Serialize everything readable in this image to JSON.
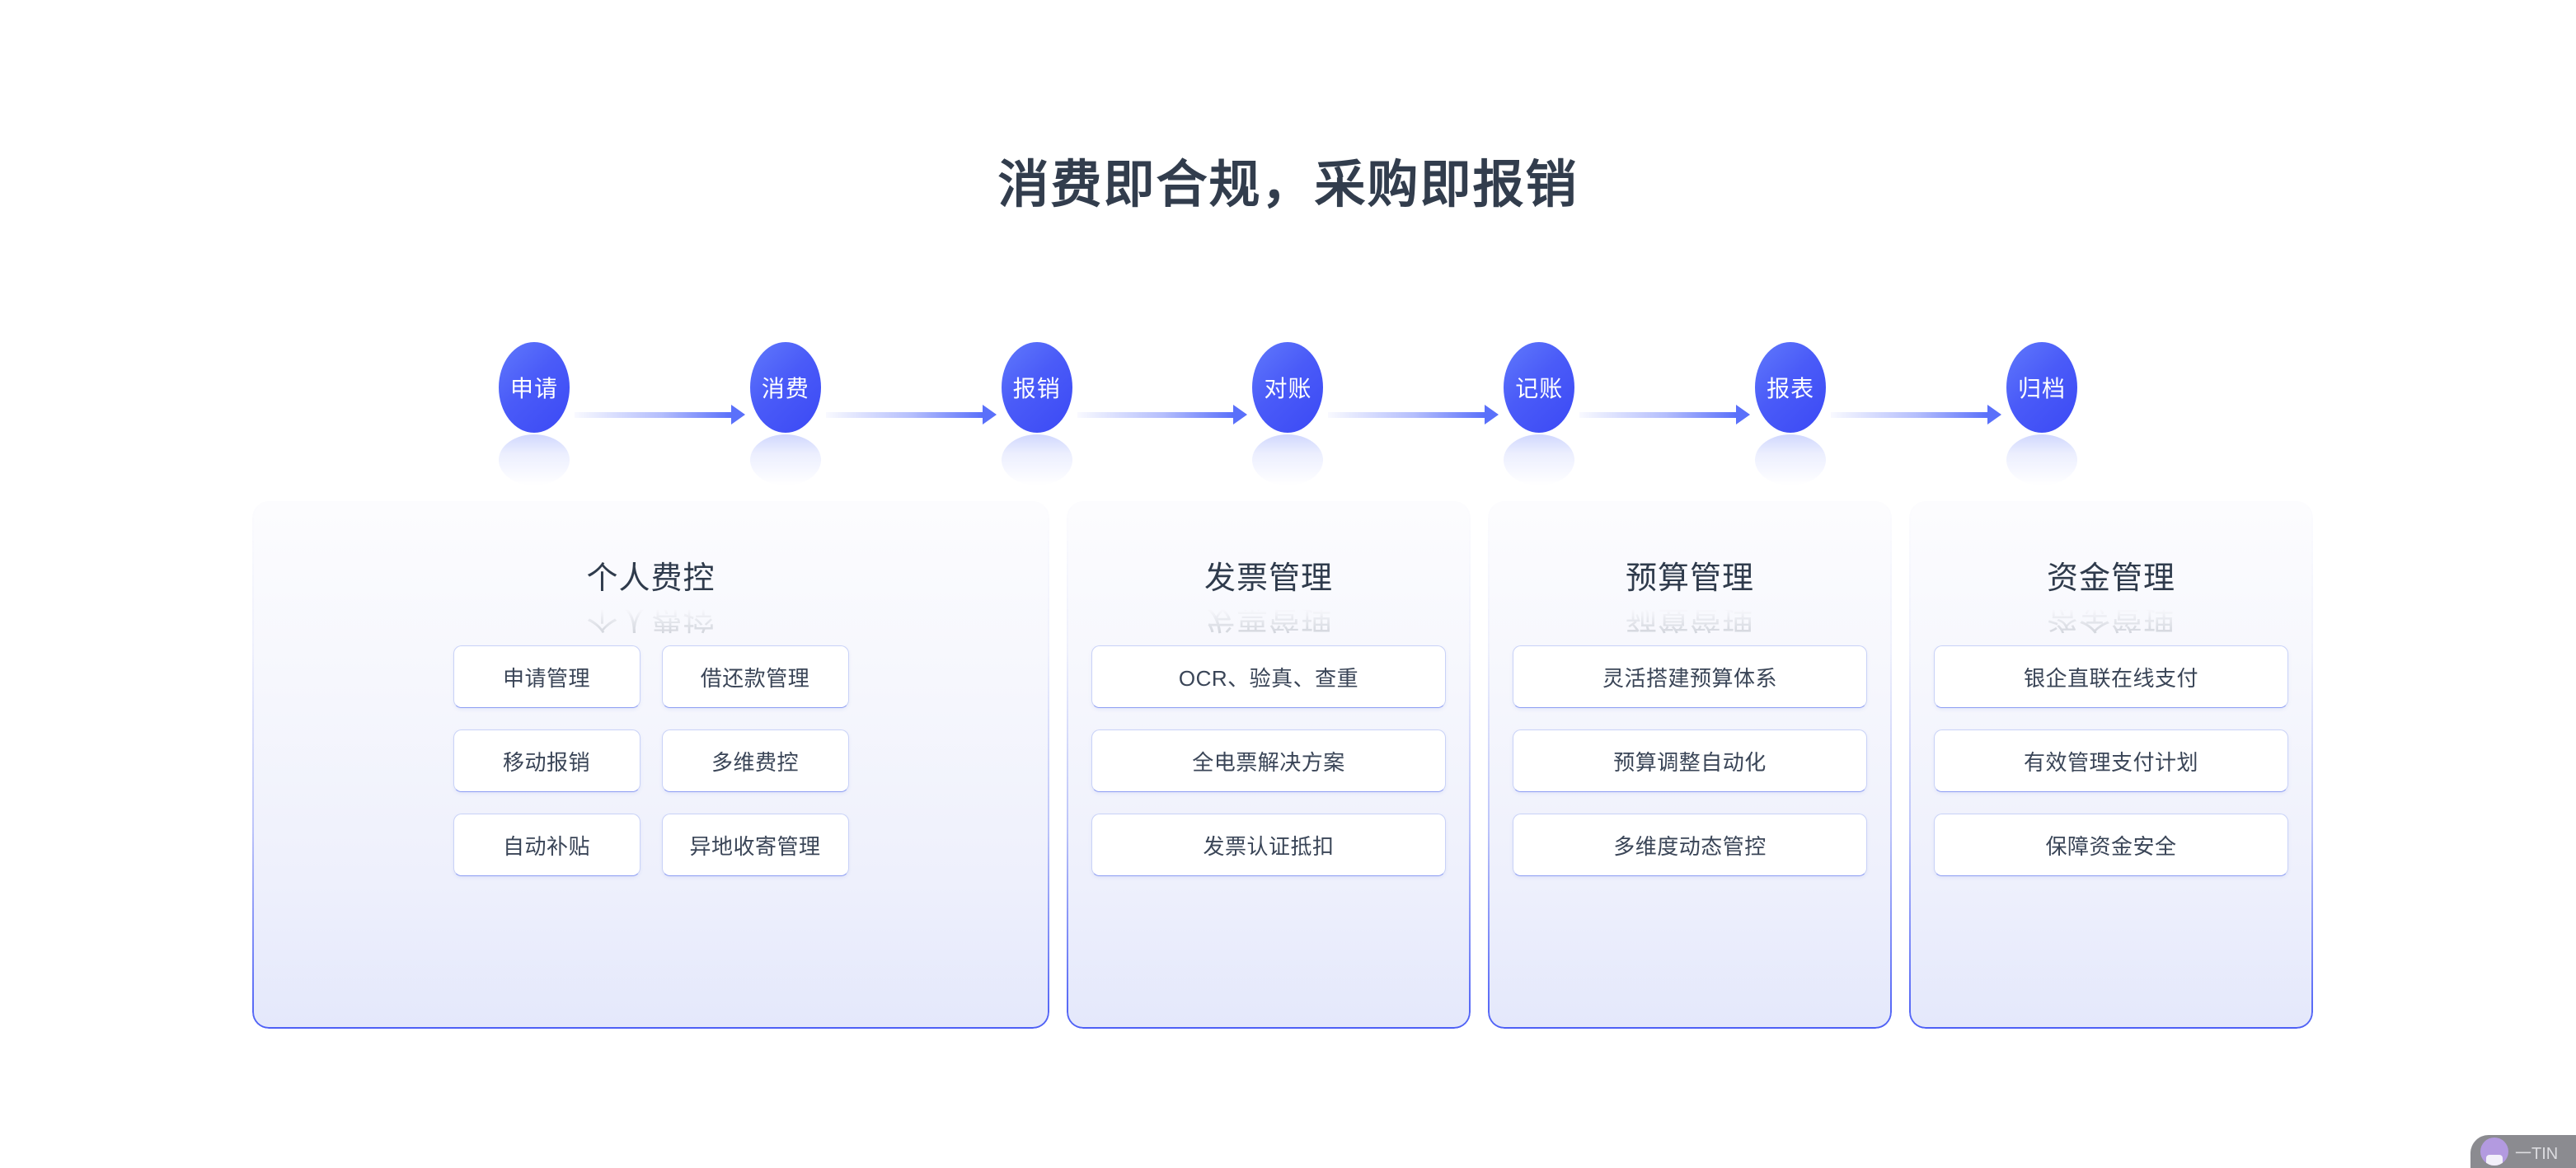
{
  "page": {
    "title": "消费即合规，采购即报销",
    "background_color": "#ffffff",
    "title_color": "#323d4d",
    "accent_color": "#4a5bf8"
  },
  "flow": {
    "steps": [
      {
        "label": "申请"
      },
      {
        "label": "消费"
      },
      {
        "label": "报销"
      },
      {
        "label": "对账"
      },
      {
        "label": "记账"
      },
      {
        "label": "报表"
      },
      {
        "label": "归档"
      }
    ],
    "arrow_icon": "arrow-right-icon",
    "circle_color": "#4a5bf8",
    "circle_text_color": "#ffffff"
  },
  "panels": [
    {
      "title": "个人费控",
      "columns": 2,
      "tiles": [
        "申请管理",
        "借还款管理",
        "移动报销",
        "多维费控",
        "自动补贴",
        "异地收寄管理"
      ]
    },
    {
      "title": "发票管理",
      "columns": 1,
      "tiles": [
        "OCR、验真、查重",
        "全电票解决方案",
        "发票认证抵扣"
      ]
    },
    {
      "title": "预算管理",
      "columns": 1,
      "tiles": [
        "灵活搭建预算体系",
        "预算调整自动化",
        "多维度动态管控"
      ]
    },
    {
      "title": "资金管理",
      "columns": 1,
      "tiles": [
        "银企直联在线支付",
        "有效管理支付计划",
        "保障资金安全"
      ]
    }
  ],
  "corner_widget": {
    "avatar_icon": "user-avatar-icon",
    "label": "一TIN"
  }
}
